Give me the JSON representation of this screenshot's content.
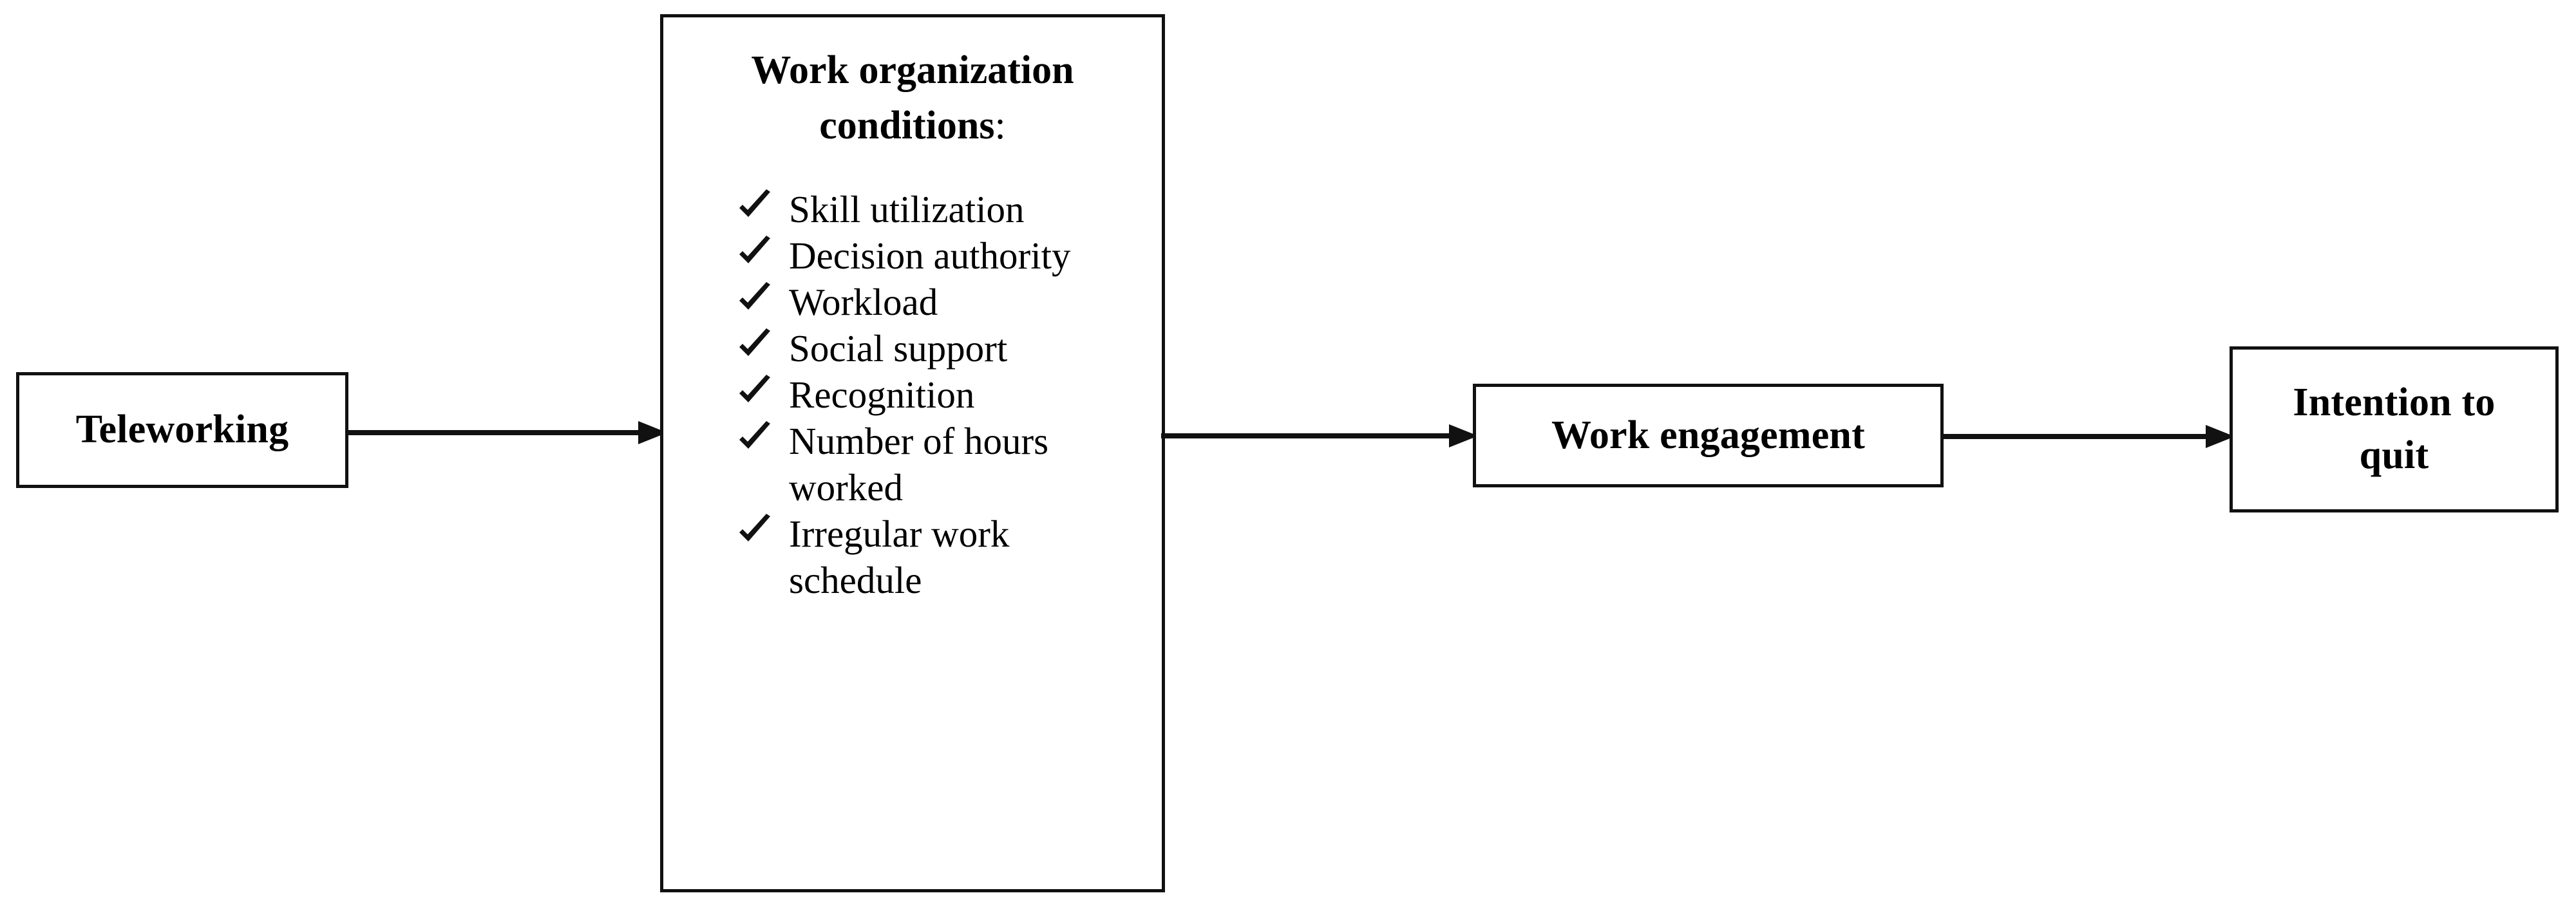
{
  "diagram": {
    "type": "conceptual-model-flow",
    "nodes": {
      "teleworking": {
        "label": "Teleworking"
      },
      "work_conditions": {
        "title": "Work organization",
        "title_line2": "conditions",
        "title_colon": ":",
        "items": [
          {
            "label": "Skill utilization",
            "icon": "check-icon"
          },
          {
            "label": "Decision authority",
            "icon": "check-icon"
          },
          {
            "label": "Workload",
            "icon": "check-icon"
          },
          {
            "label": "Social support",
            "icon": "check-icon"
          },
          {
            "label": "Recognition",
            "icon": "check-icon"
          },
          {
            "label": "Number of hours worked",
            "icon": "check-icon"
          },
          {
            "label": "Irregular work schedule",
            "icon": "check-icon"
          }
        ]
      },
      "work_engagement": {
        "label": "Work engagement"
      },
      "intention_to_quit": {
        "label": "Intention to quit"
      }
    },
    "edges": [
      {
        "from": "teleworking",
        "to": "work_conditions",
        "icon": "arrow-right-icon"
      },
      {
        "from": "work_conditions",
        "to": "work_engagement",
        "icon": "arrow-right-icon"
      },
      {
        "from": "work_engagement",
        "to": "intention_to_quit",
        "icon": "arrow-right-icon"
      }
    ],
    "colors": {
      "stroke": "#111111",
      "background": "#ffffff",
      "text": "#000000"
    }
  }
}
